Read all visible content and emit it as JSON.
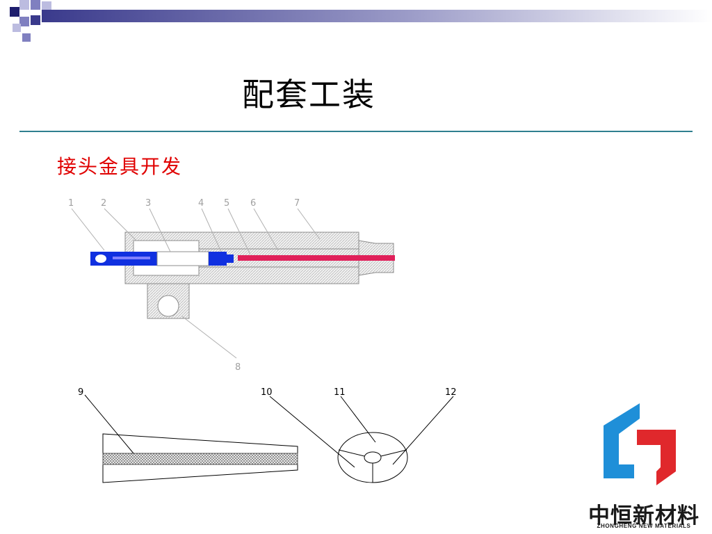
{
  "slide": {
    "title": "配套工装",
    "subtitle": "接头金具开发"
  },
  "drawing_labels": {
    "l1": "1",
    "l2": "2",
    "l3": "3",
    "l4": "4",
    "l5": "5",
    "l6": "6",
    "l7": "7",
    "l8": "8",
    "l9": "9",
    "l10": "10",
    "l11": "11",
    "l12": "12"
  },
  "logo": {
    "name_cn": "中恒新材料",
    "name_en": "ZHONGHENG NEW MATERIALS",
    "color_blue": "#1f8fd8",
    "color_red": "#e0282c"
  },
  "colors": {
    "title_rule": "#2f7f8f",
    "subtitle": "#e00000",
    "part_blue": "#1030e0",
    "part_rod": "#e0205a"
  }
}
